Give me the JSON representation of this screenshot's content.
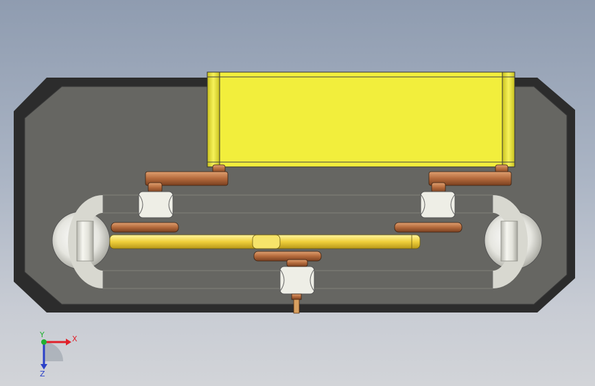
{
  "viewport": {
    "background_top": "#8f9cb0",
    "background_bottom": "#d2d4d8"
  },
  "model": {
    "base_plate_color": "#666662",
    "base_edge_color": "#3a3a3a",
    "block_color": "#f2ee3c",
    "block_shade_color": "#c9c21e",
    "tube_color": "#e4e4dc",
    "copper_color": "#c07a4c",
    "rail_color": "#f0d64a"
  },
  "triad": {
    "x_label": "X",
    "y_label": "Y",
    "z_label": "Z",
    "x_color": "#e0202a",
    "y_color": "#20b030",
    "z_color": "#2a40c8"
  }
}
